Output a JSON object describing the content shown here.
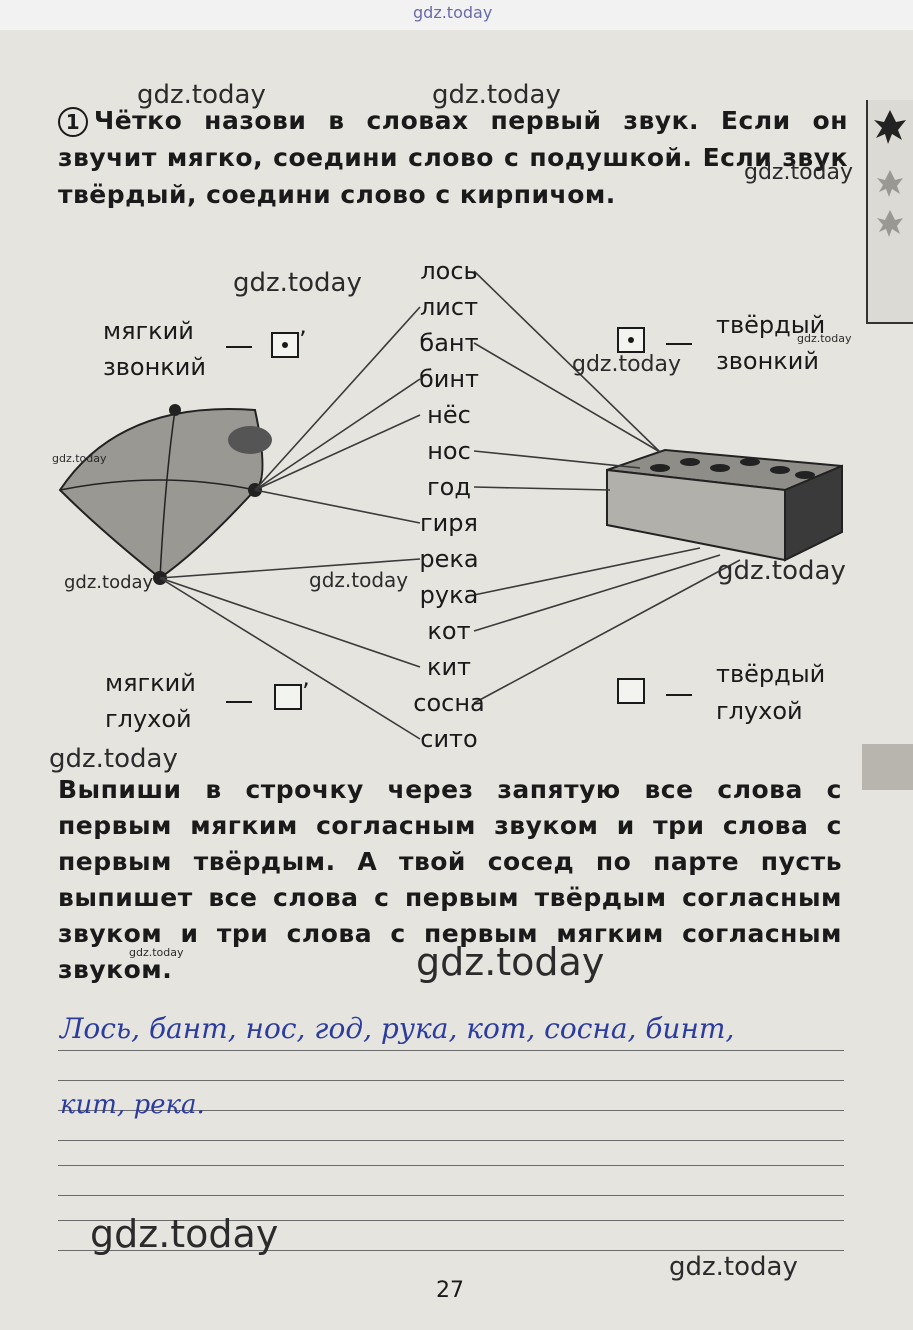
{
  "watermarks": {
    "top": "gdz.today",
    "wm1": "gdz.today",
    "wm2": "gdz.today",
    "wm3": "gdz.today",
    "wm4": "gdz.today",
    "wm5": "gdz.today",
    "wm6": "gdz.today",
    "wm7": "gdz.today",
    "wm8": "gdz.today",
    "wm9": "gdz.today",
    "wm10": "gdz.today",
    "wm11": "gdz.today",
    "wm12": "gdz.today",
    "wm13": "gdz.today",
    "wm14": "gdz.today",
    "wm15": "gdz.today"
  },
  "task1": {
    "number": "1",
    "text": "Чётко назови в словах первый звук. Если он звучит мягко, соедини слово с подушкой. Если звук твёрдый, соедини слово с кирпичом."
  },
  "labels": {
    "soft_voiced_1": "мягкий",
    "soft_voiced_2": "звонкий",
    "hard_voiced_1": "твёрдый",
    "hard_voiced_2": "звонкий",
    "soft_voiceless_1": "мягкий",
    "soft_voiceless_2": "глухой",
    "hard_voiceless_1": "твёрдый",
    "hard_voiceless_2": "глухой",
    "apostrophe": "’"
  },
  "words": [
    "лось",
    "лист",
    "бант",
    "бинт",
    "нёс",
    "нос",
    "год",
    "гиря",
    "река",
    "рука",
    "кот",
    "кит",
    "сосна",
    "сито"
  ],
  "task2": {
    "text": "Выпиши в строчку через запятую все слова с первым мягким согласным звуком и три слова с первым твёрдым. А твой сосед по парте пусть выпишет все слова с первым твёрдым согласным звуком и три слова с первым мягким согласным звуком."
  },
  "handwriting": {
    "line1": "Лось, бант, нос, год, рука, кот, сосна, бинт,",
    "line2": "кит, река."
  },
  "page_number": "27",
  "colors": {
    "ink": "#2b3c9e",
    "paper": "#e6e4df"
  }
}
